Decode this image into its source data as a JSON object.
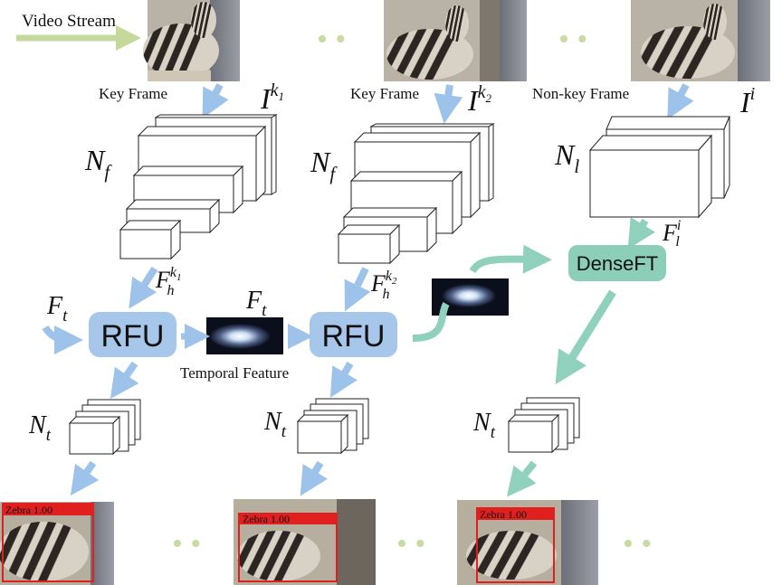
{
  "labels": {
    "video_stream": "Video Stream",
    "key_frame_1": "Key Frame",
    "key_frame_2": "Key Frame",
    "non_key_frame": "Non-key Frame",
    "temporal_feature": "Temporal Feature"
  },
  "math": {
    "frame_k1": {
      "base": "I",
      "sup": "k",
      "sub_of_sup": "1"
    },
    "frame_k2": {
      "base": "I",
      "sup": "k",
      "sub_of_sup": "2"
    },
    "frame_i": {
      "base": "I",
      "sup": "i"
    },
    "net_feature_1": {
      "base": "N",
      "sub": "f"
    },
    "net_feature_2": {
      "base": "N",
      "sub": "f"
    },
    "net_light": {
      "base": "N",
      "sub": "l"
    },
    "feat_h_k1": {
      "base": "F",
      "sup": "k",
      "sub_of_sup": "1",
      "sub": "h"
    },
    "feat_h_k2": {
      "base": "F",
      "sup": "k",
      "sub_of_sup": "2",
      "sub": "h"
    },
    "feat_l_i": {
      "base": "F",
      "sup": "i",
      "sub": "l"
    },
    "feat_t_input": {
      "base": "F",
      "sub": "t"
    },
    "feat_t_mid": {
      "base": "F",
      "sub": "t"
    },
    "net_task_1": {
      "base": "N",
      "sub": "t"
    },
    "net_task_2": {
      "base": "N",
      "sub": "t"
    },
    "net_task_3": {
      "base": "N",
      "sub": "t"
    }
  },
  "blocks": {
    "rfu_1": "RFU",
    "rfu_2": "RFU",
    "densefit": "DenseFT"
  },
  "detections": [
    {
      "label": "Zebra 1.00"
    },
    {
      "label": "Zebra 1.00"
    },
    {
      "label": "Zebra 1.00"
    }
  ],
  "ellipsis": "• •",
  "colors": {
    "blue_arrow": "#9ec3ea",
    "blue_block": "#a7c7ea",
    "teal": "#8fd1bd",
    "teal_block": "#8cceb8",
    "green_arrow": "#c6d99c",
    "dots": "#c9dba5",
    "det_red": "#e0201f"
  }
}
